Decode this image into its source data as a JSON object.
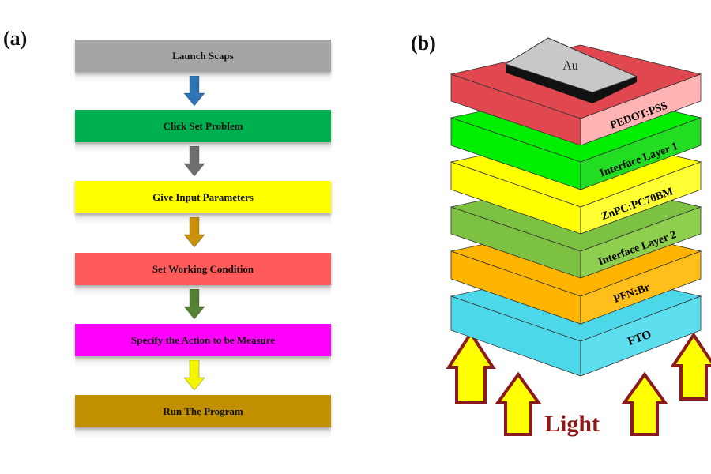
{
  "panel_a": {
    "label": "(a)",
    "steps": [
      {
        "label": "Launch Scaps",
        "color": "#a5a5a5"
      },
      {
        "label": "Click Set Problem",
        "color": "#00b050"
      },
      {
        "label": "Give Input Parameters",
        "color": "#ffff00"
      },
      {
        "label": "Set Working Condition",
        "color": "#ff5a5a"
      },
      {
        "label": "Specify the Action to be Measure",
        "color": "#ff00ff"
      },
      {
        "label": "Run The Program",
        "color": "#c09000"
      }
    ],
    "arrow_colors": [
      "#2e75b6",
      "#6e6e6e",
      "#c9920a",
      "#548235",
      "#f5f500"
    ]
  },
  "panel_b": {
    "label": "(b)",
    "contact": {
      "label": "Au",
      "color": "#c8c8c8"
    },
    "layers": [
      {
        "label": "PEDOT:PSS",
        "top": "#e0474e",
        "side": "#ffb3b3"
      },
      {
        "label": "Interface Layer 1",
        "top": "#00ee00",
        "side": "#22dd22"
      },
      {
        "label": "ZnPC:PC70BM",
        "top": "#ffff00",
        "side": "#ffff33"
      },
      {
        "label": "Interface Layer 2",
        "top": "#7cc142",
        "side": "#8fcf4f"
      },
      {
        "label": "PFN:Br",
        "top": "#ffb400",
        "side": "#ffbf1a"
      },
      {
        "label": "FTO",
        "top": "#4dd8ea",
        "side": "#5ddff0"
      }
    ],
    "light_label": "Light",
    "light_arrow_color": "#ffff00",
    "light_arrow_edge": "#8b1a1a"
  }
}
